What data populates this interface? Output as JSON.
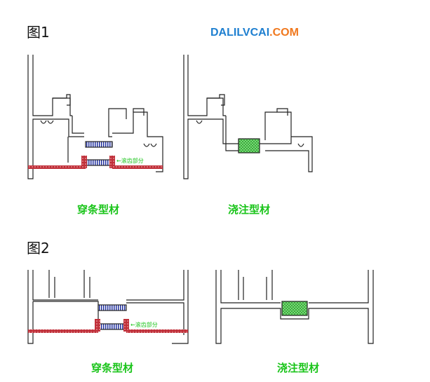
{
  "figure1_label": "图1",
  "figure2_label": "图2",
  "brand": {
    "main": "DALILVCAI",
    "suffix": ".COM"
  },
  "fig1": {
    "left_caption": "穿条型材",
    "right_caption": "浇注型材",
    "knurl_label": "←滚齿部分"
  },
  "fig2": {
    "left_caption": "穿条型材",
    "right_caption": "浇注型材",
    "knurl_label": "←滚齿部分"
  },
  "colors": {
    "caption": "#19c419",
    "brand_blue": "#1e7fd0",
    "brand_orange": "#f0781e",
    "strip": "#c0303a",
    "pour": "#39c439"
  }
}
